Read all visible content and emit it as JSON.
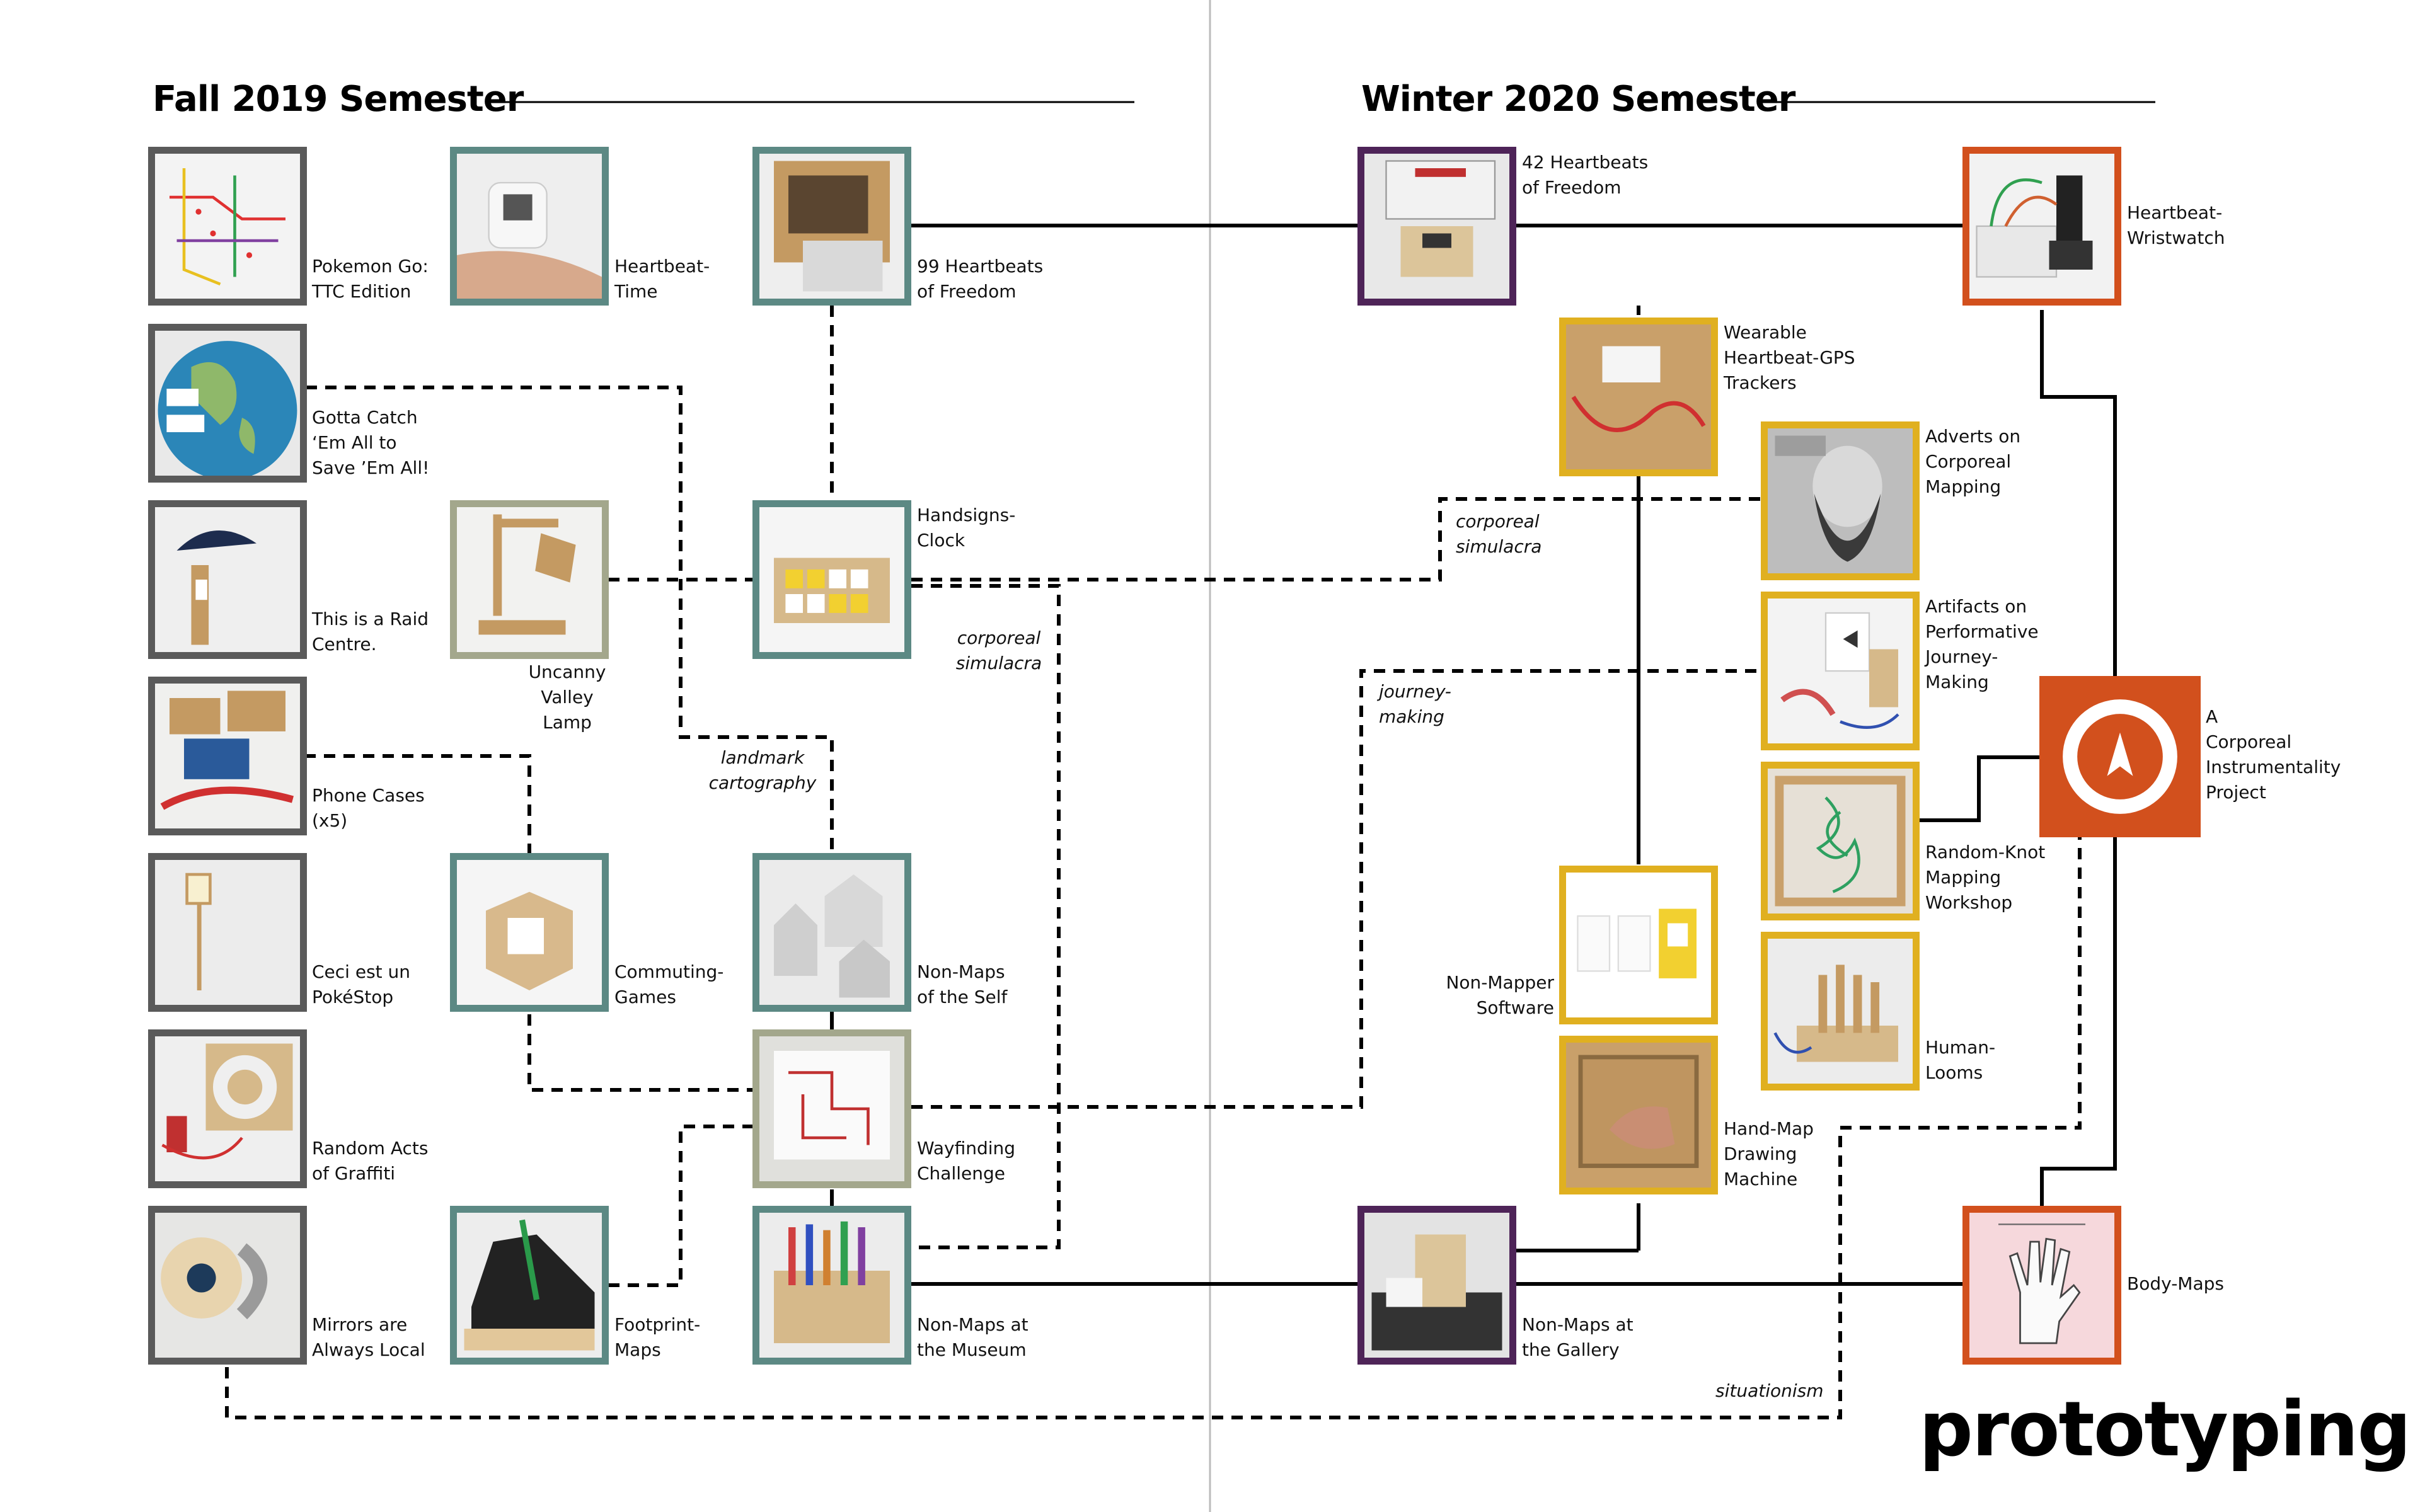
{
  "semesters": {
    "fall": "Fall 2019 Semester",
    "winter": "Winter 2020 Semester"
  },
  "projects": {
    "pokemon_go": [
      "Pokemon Go:",
      "TTC Edition"
    ],
    "gotta_catch": [
      "Gotta Catch",
      "‘Em All to",
      "Save ’Em All!"
    ],
    "raid_centre": [
      "This is a Raid",
      "Centre."
    ],
    "phone_cases": [
      "Phone Cases",
      "(x5)"
    ],
    "pokestop": [
      "Ceci est un",
      "PokéStop"
    ],
    "graffiti": [
      "Random Acts",
      "of Graffiti"
    ],
    "mirrors": [
      "Mirrors are",
      "Always Local"
    ],
    "heartbeat_time": [
      "Heartbeat-",
      "Time"
    ],
    "uncanny_lamp": [
      "Uncanny",
      "Valley",
      "Lamp"
    ],
    "commuting_games": [
      "Commuting-",
      "Games"
    ],
    "footprint_maps": [
      "Footprint-",
      "Maps"
    ],
    "heartbeats_99": [
      "99 Heartbeats",
      "of Freedom"
    ],
    "handsigns_clock": [
      "Handsigns-",
      "Clock"
    ],
    "non_maps_self": [
      "Non-Maps",
      "of the Self"
    ],
    "wayfinding": [
      "Wayfinding",
      "Challenge"
    ],
    "non_maps_museum": [
      "Non-Maps at",
      "the Museum"
    ],
    "heartbeats_42": [
      "42 Heartbeats",
      "of Freedom"
    ],
    "wearable_gps": [
      "Wearable",
      "Heartbeat-GPS",
      "Trackers"
    ],
    "non_mapper": [
      "Non-Mapper",
      "Software"
    ],
    "hand_map": [
      "Hand-Map",
      "Drawing",
      "Machine"
    ],
    "non_maps_gallery": [
      "Non-Maps at",
      "the Gallery"
    ],
    "adverts": [
      "Adverts on",
      "Corporeal",
      "Mapping"
    ],
    "artifacts": [
      "Artifacts on",
      "Performative",
      "Journey-",
      "Making"
    ],
    "random_knot": [
      "Random-Knot",
      "Mapping",
      "Workshop"
    ],
    "human_looms": [
      "Human-",
      "Looms"
    ],
    "heartbeat_wristwatch": [
      "Heartbeat-",
      "Wristwatch"
    ],
    "acip": [
      "A",
      "Corporeal",
      "Instrumentality",
      "Project"
    ],
    "body_maps": [
      "Body-Maps"
    ]
  },
  "themes": {
    "corporeal_simulacra_left": [
      "corporeal",
      "simulacra"
    ],
    "corporeal_simulacra_right": [
      "corporeal",
      "simulacra"
    ],
    "landmark_cartography": [
      "landmark",
      "cartography"
    ],
    "journey_making": [
      "journey-",
      "making"
    ],
    "situationism": [
      "situationism"
    ]
  },
  "brand": "prototyping",
  "colors": {
    "fall_prototype": "#5c8984",
    "fall_pokemon": "#5a5a5a",
    "fall_lamp": "#a3a78c",
    "winter_gallery": "#4e2458",
    "winter_core": "#d2501d",
    "winter_artifacts": "#e0b020"
  },
  "icons": [
    "compass-logo-icon"
  ]
}
